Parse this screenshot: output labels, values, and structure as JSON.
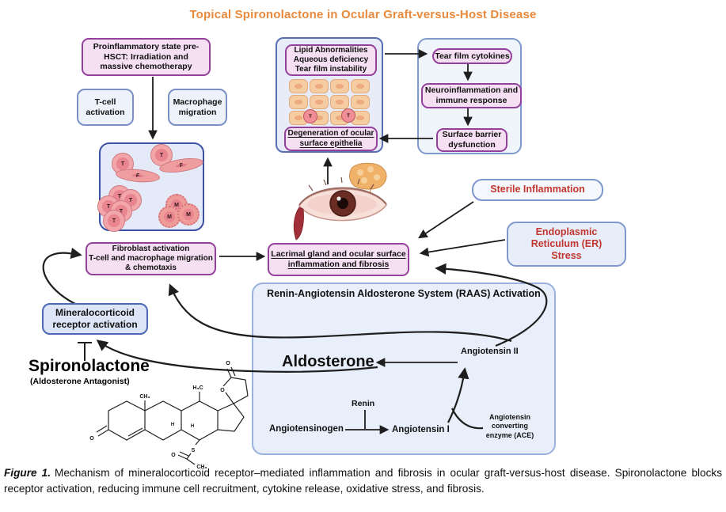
{
  "title": "Topical Spironolactone in Ocular Graft-versus-Host Disease",
  "colors": {
    "title_orange": "#E8893C",
    "alert_red": "#C2362F",
    "purple_box_border": "#94419B",
    "pink_box_fill": "#F5DFF3",
    "blue_box_border": "#7A8FC6",
    "panel_blue_fill": "#E9EFFA",
    "dark_panel_border": "#3C51A4"
  },
  "flow": {
    "proinflammatory": "Proinflammatory state pre-\nHSCT: Irradiation and\nmassive chemotherapy",
    "t_cell_activation": "T-cell\nactivation",
    "macrophage_migration": "Macrophage\nmigration",
    "lipid_abnormalities": "Lipid Abnormalities\nAqueous deficiency\nTear film instability",
    "degeneration": "Degeneration of ocular\nsurface epithelia",
    "tear_film_cytokines": "Tear film cytokines",
    "neuroinflammation": "Neuroinflammation and\nimmune response",
    "surface_barrier": "Surface barrier\ndysfunction",
    "fibroblast_activation": "Fibroblast activation\nT-cell and macrophage migration\n& chemotaxis",
    "lacrimal_gland": "Lacrimal gland and ocular surface\ninflammation and fibrosis",
    "sterile_inflammation": "Sterile Inflammation",
    "er_stress": "Endoplasmic\nReticulum (ER)\nStress",
    "mineralocorticoid": "Mineralocorticoid\nreceptor activation"
  },
  "raas": {
    "title": "Renin-Angiotensin Aldosterone System (RAAS) Activation",
    "aldosterone": "Aldosterone",
    "angiotensin_ii": "Angiotensin II",
    "angiotensinogen": "Angiotensinogen",
    "renin": "Renin",
    "angiotensin_i": "Angiotensin I",
    "ace": "Angiotensin\nconverting\nenzyme (ACE)"
  },
  "spironolactone": {
    "name": "Spironolactone",
    "subtitle": "(Aldosterone Antagonist)"
  },
  "cell_labels": {
    "t_cell": "T",
    "fibroblast": "F",
    "macrophage": "M",
    "epithelial_t": "T"
  },
  "molecule_labels": {
    "ketone_o": "O",
    "ring_ch3": "CH₃",
    "ring_h3c": "H₃C",
    "h_left": "H",
    "h_right": "H",
    "lactone_o": "O",
    "carbonyl_o": "O",
    "thioester_s": "S",
    "acetyl_o": "O",
    "acetyl_ch3": "CH₃"
  },
  "caption": {
    "label": "Figure 1.",
    "text": "Mechanism of mineralocorticoid receptor–mediated inflammation and fibrosis in ocular graft-versus-host disease. Spironolactone blocks receptor activation, reducing immune cell recruitment, cytokine release, oxidative stress, and fibrosis."
  }
}
